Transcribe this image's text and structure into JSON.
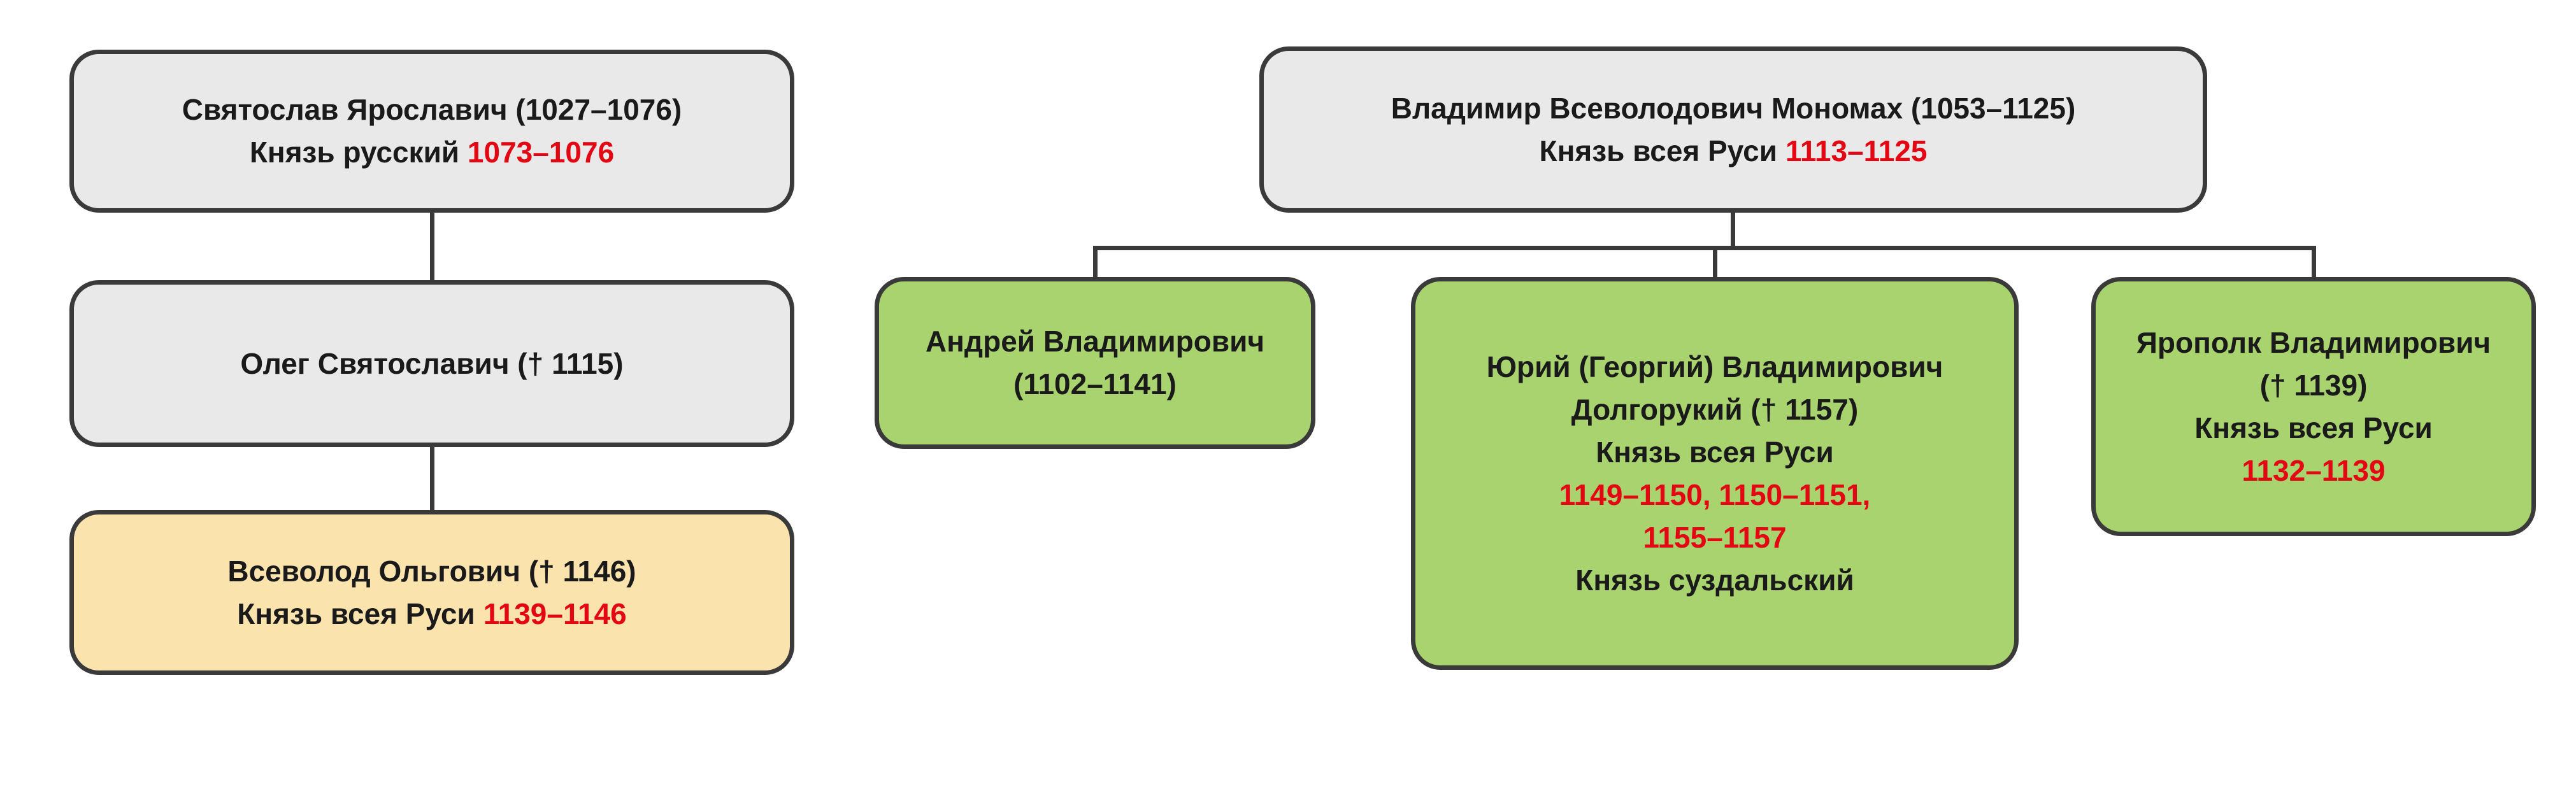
{
  "colors": {
    "box_gray": "#e9e9e9",
    "box_orange": "#fbe3ae",
    "box_green": "#a9d36e",
    "border": "#3a3a3a",
    "text": "#1a1a1a",
    "accent_red": "#e30613"
  },
  "nodes": {
    "svyatoslav": {
      "line1": "Святослав Ярославич (1027–1076)",
      "line2_label": "Князь русский ",
      "line2_dates": "1073–1076"
    },
    "oleg": {
      "line1": "Олег Святославич († 1115)"
    },
    "vsevolod": {
      "line1": "Всеволод Ольгович († 1146)",
      "line2_label": "Князь всея Руси ",
      "line2_dates": "1139–1146"
    },
    "vladimir": {
      "line1": "Владимир Всеволодович Мономах (1053–1125)",
      "line2_label": "Князь всея Руси ",
      "line2_dates": "1113–1125"
    },
    "andrey": {
      "line1": "Андрей Владимирович",
      "line2": "(1102–1141)"
    },
    "yuri": {
      "line1": "Юрий (Георгий) Владимирович",
      "line2": "Долгорукий († 1157)",
      "line3": "Князь всея Руси",
      "line4_dates": "1149–1150, 1150–1151,",
      "line5_dates": "1155–1157",
      "line6": "Князь суздальский"
    },
    "yaropolk": {
      "line1": "Ярополк Владимирович",
      "line2": "(† 1139)",
      "line3": "Князь всея Руси",
      "line4_dates": "1132–1139"
    }
  }
}
